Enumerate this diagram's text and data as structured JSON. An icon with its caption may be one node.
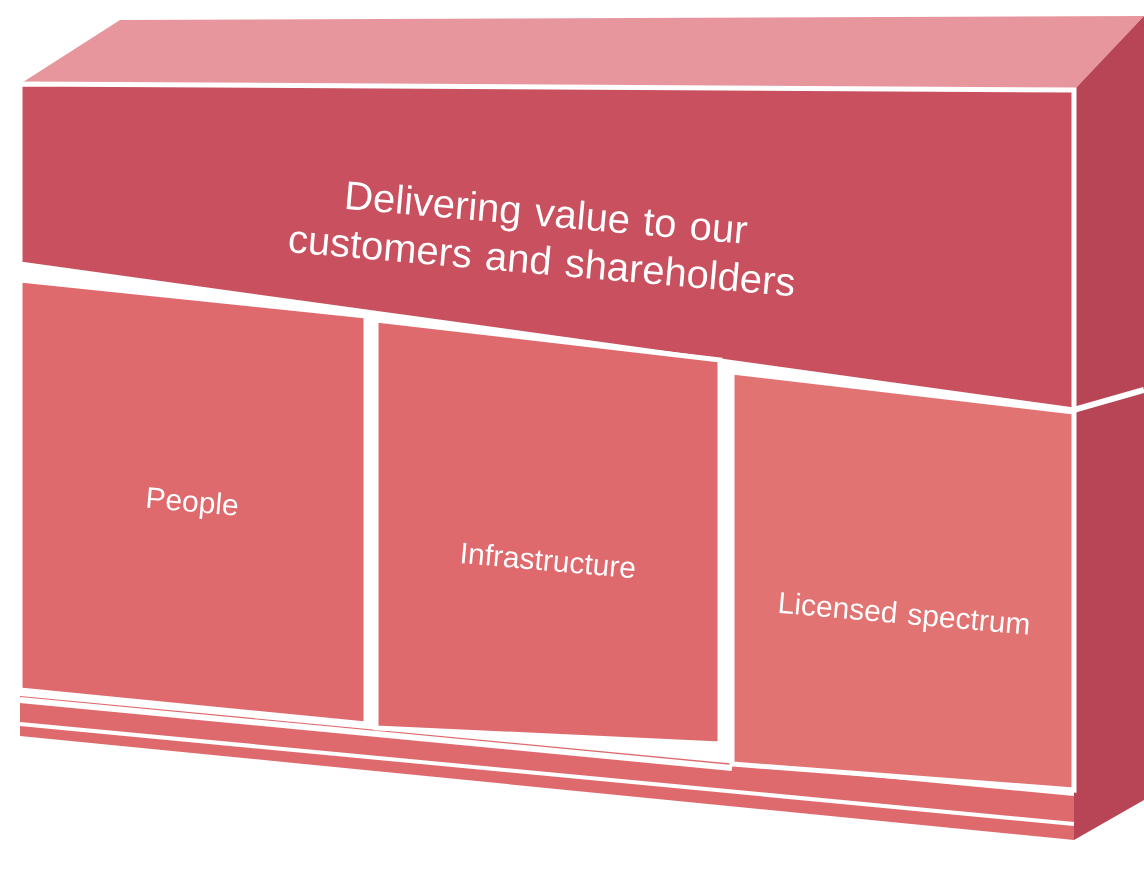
{
  "diagram": {
    "nodes": [
      {
        "text": [
          "Delivering value to our customers and shareholders"
        ]
      },
      {
        "text": [
          "People"
        ]
      },
      {
        "text": [
          "Infrastructure"
        ]
      },
      {
        "text": [
          "Licensed spectrum"
        ]
      }
    ]
  }
}
